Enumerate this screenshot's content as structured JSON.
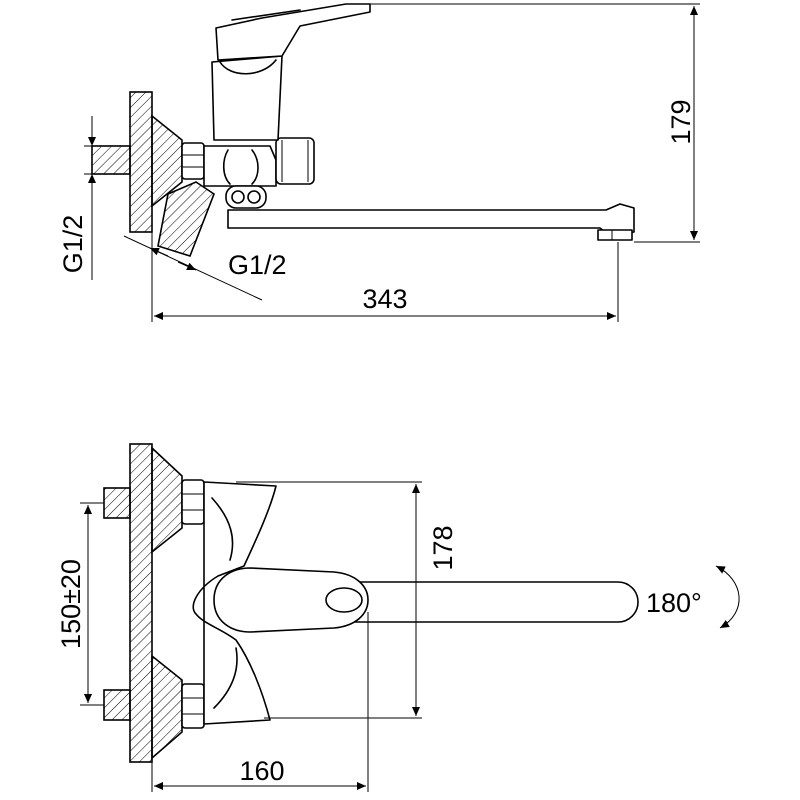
{
  "side_view": {
    "height_dim": "179",
    "length_dim": "343",
    "thread_vertical": "G1/2",
    "thread_diagonal": "G1/2"
  },
  "top_view": {
    "depth_dim": "178",
    "spacing_dim": "150±20",
    "width_dim": "160",
    "rotation_label": "180°"
  },
  "icons": {
    "rotation_arrow": "curved-arrow-icon"
  }
}
